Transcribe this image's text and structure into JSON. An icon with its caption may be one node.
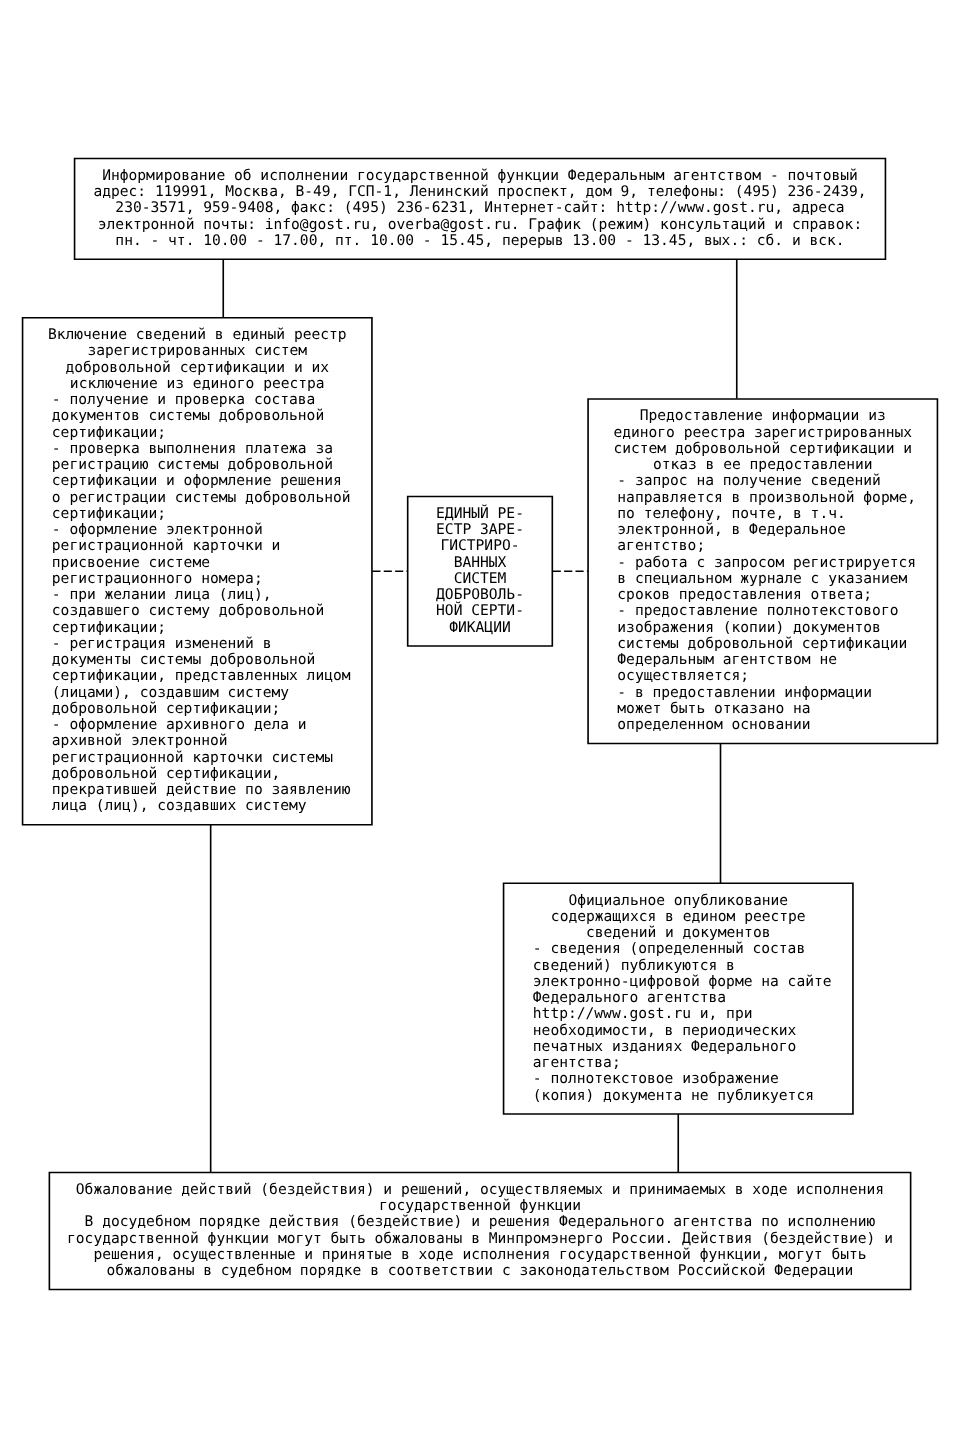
{
  "diagram": {
    "nodes": [
      {
        "text": [
          "Информирование об исполнении государственной функции Федеральным агентством - почтовый адрес: 119991, Москва, В-49, ГСП-1, Ленинский проспект, дом 9, телефоны: (495) 236-2439, 230-3571, 959-9408, факс: (495) 236-6231, Интернет-сайт: http://www.gost.ru, адреса электронной почты: info@gost.ru, overba@gost.ru. График (режим) консультаций и справок: пн. - чт. 10.00 - 17.00, пт. 10.00 - 15.45, перерыв 13.00 - 13.45, вых.: сб. и вск."
        ]
      },
      {
        "text": [
          "Включение сведений в единый реестр зарегистрированных систем добровольной сертификации и их исключение из единого реестра",
          "- получение и проверка состава документов системы добровольной сертификации;",
          "- проверка выполнения платежа за регистрацию системы добровольной сертификации и оформление решения о регистрации системы добровольной сертификации;",
          "- оформление электронной регистрационной карточки и присвоение системе регистрационного номера;",
          "- при желании лица (лиц), создавшего систему добровольной сертификации;",
          "- регистрация изменений в документы системы добровольной сертификации, представленных лицом (лицами), создавшим систему добровольной сертификации;",
          "- оформление архивного дела и архивной электронной регистрационной карточки системы добровольной сертификации, прекратившей действие по заявлению лица (лиц), создавших систему"
        ]
      },
      {
        "text": [
          "ЕДИНЫЙ РЕ- ЕСТР ЗАРЕ- ГИСТРИРО- ВАННЫХ СИСТЕМ ДОБРОВОЛЬ- НОЙ СЕРТИ- ФИКАЦИИ"
        ]
      },
      {
        "text": [
          "Предоставление информации из единого реестра зарегистрированных систем добровольной сертификации и отказ в ее предоставлении",
          "- запрос на получение сведений направляется в произвольной форме, по телефону, почте, в т.ч. электронной, в Федеральное агентство;",
          "- работа с запросом регистрируется в специальном журнале с указанием сроков предоставления ответа;",
          "- предоставление полнотекстового изображения (копии) документов системы добровольной сертификации Федеральным агентством не осуществляется;",
          "- в предоставлении информации может быть отказано на определенном основании"
        ]
      },
      {
        "text": [
          "Официальное опубликование содержащихся в едином реестре сведений и документов",
          "- сведения (определенный состав сведений) публикуются в электронно-цифровой форме на сайте Федерального агентства http://www.gost.ru и, при необходимости, в периодических печатных изданиях Федерального агентства;",
          "- полнотекстовое изображение (копия) документа не публикуется"
        ]
      },
      {
        "text": [
          "Обжалование действий (бездействия) и решений, осуществляемых и принимаемых в ходе исполнения государственной функции",
          "В досудебном порядке действия (бездействие) и решения Федерального агентства по исполнению государственной функции могут быть обжалованы в Минпромэнерго России. Действия (бездействие) и решения, осуществленные и принятые в ходе исполнения государственной функции, могут быть обжалованы в судебном порядке в соответствии с законодательством Российской Федерации"
        ]
      }
    ],
    "edges": [
      {
        "from": 0,
        "to": 1,
        "arrow": "none"
      },
      {
        "from": 0,
        "to": 3,
        "arrow": "none"
      },
      {
        "from": 1,
        "to": 2,
        "arrow": "none",
        "style": "dashed"
      },
      {
        "from": 2,
        "to": 3,
        "arrow": "none",
        "style": "dashed"
      },
      {
        "from": 3,
        "to": 4,
        "arrow": "none"
      },
      {
        "from": 1,
        "to": 5,
        "arrow": "none"
      },
      {
        "from": 4,
        "to": 5,
        "arrow": "none"
      }
    ]
  }
}
